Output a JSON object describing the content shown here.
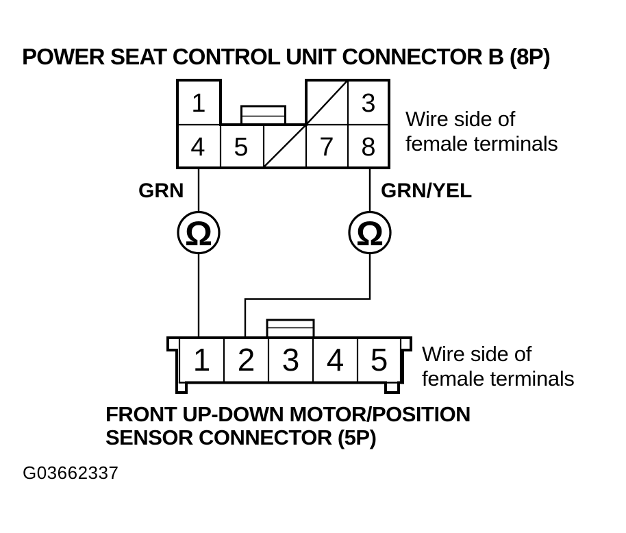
{
  "page": {
    "background": "#ffffff",
    "ink": "#000000"
  },
  "header": {
    "title": "POWER SEAT CONTROL UNIT CONNECTOR B (8P)"
  },
  "top_connector": {
    "pins": [
      "1",
      "3",
      "4",
      "5",
      "7",
      "8"
    ],
    "note_line1": "Wire side of",
    "note_line2": "female terminals"
  },
  "wires": {
    "left_label": "GRN",
    "right_label": "GRN/YEL"
  },
  "meters": {
    "left_symbol": "Ω",
    "right_symbol": "Ω"
  },
  "bottom_connector": {
    "pins": [
      "1",
      "2",
      "3",
      "4",
      "5"
    ],
    "note_line1": "Wire side of",
    "note_line2": "female terminals",
    "title_line1": "FRONT UP-DOWN MOTOR/POSITION",
    "title_line2": "SENSOR CONNECTOR (5P)"
  },
  "footer": {
    "figure_code": "G03662337"
  }
}
